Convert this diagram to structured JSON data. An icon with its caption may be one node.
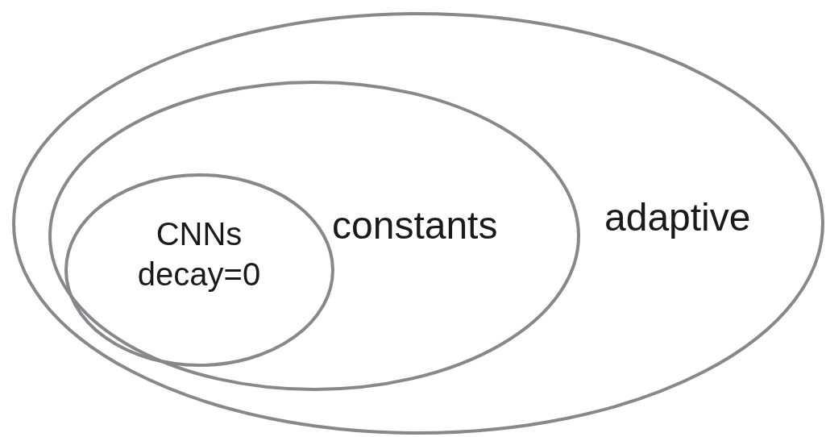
{
  "diagram": {
    "nodes": [
      {
        "text": [
          "adaptive"
        ]
      },
      {
        "text": [
          "constants"
        ],
        "in": 0
      },
      {
        "text": [
          "CNNs decay=0"
        ],
        "in": 1
      }
    ]
  }
}
